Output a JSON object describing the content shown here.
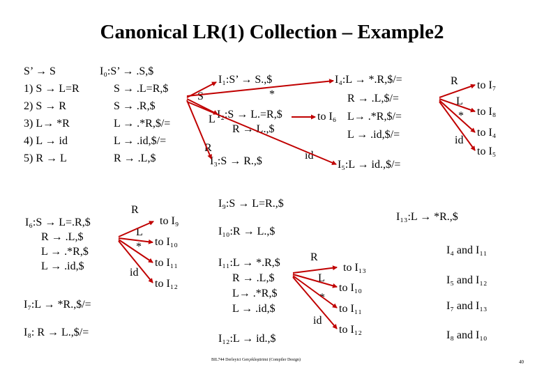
{
  "title": "Canonical LR(1) Collection – Example2",
  "grammar": [
    "S’ → S",
    "1) S → L=R",
    "2) S → R",
    "3) L→ *R",
    "4) L → id",
    "5) R → L"
  ],
  "i0": [
    "I₀:S’ → .S,$",
    "S → .L=R,$",
    "S → .R,$",
    "L → .*R,$/=",
    "L → .id,$/=",
    "R → .L,$"
  ],
  "i0_symbols": [
    "S",
    "L",
    "R"
  ],
  "i1": "I₁:S’ → S.,$",
  "i2": [
    "I₂:S → L.=R,$",
    "R → L.,$"
  ],
  "i3": "I₃:S → R.,$",
  "i4": [
    "I₄:L → *.R,$/=",
    "R → .L,$/=",
    "L→ .*R,$/=",
    "L → .id,$/="
  ],
  "i5": "I₅:L → id.,$/=",
  "i0_star": "*",
  "i0_id": "id",
  "to_i6": "to I₆",
  "i4_trans": {
    "symbols": [
      "R",
      "L",
      "*",
      "id"
    ],
    "targets": [
      "to I₇",
      "to I₈",
      "to I₄",
      "to I₅"
    ]
  },
  "i6": [
    "I₆:S → L=.R,$",
    "R → .L,$",
    "L → .*R,$",
    "L → .id,$"
  ],
  "i6_trans": {
    "symbols": [
      "R",
      "L",
      "*",
      "id"
    ],
    "targets": [
      "to I₉",
      "to I₁₀",
      "to I₁₁",
      "to I₁₂"
    ]
  },
  "i7": "I₇:L → *R.,$/=",
  "i8": "I₈: R → L.,$/=",
  "i9": "I₉:S → L=R.,$",
  "i10": "I₁₀:R → L.,$",
  "i11": [
    "I₁₁:L → *.R,$",
    "R → .L,$",
    "L→ .*R,$",
    "L → .id,$"
  ],
  "i11_trans": {
    "symbols": [
      "R",
      "L",
      "*",
      "id"
    ],
    "targets": [
      "to I₁₃",
      "to I₁₀",
      "to I₁₁",
      "to I₁₂"
    ]
  },
  "i12": "I₁₂:L → id.,$",
  "i13": "I₁₃:L → *R.,$",
  "pairs": [
    "I₄ and I₁₁",
    "I₅ and I₁₂",
    "I₇ and I₁₃",
    "I₈ and I₁₀"
  ],
  "footer": "BIL744 Derleyici Gerçekleştirimi (Compiler Design)",
  "page_number": "40",
  "colors": {
    "arrow": "#c00000",
    "text": "#000000",
    "background": "#ffffff"
  }
}
